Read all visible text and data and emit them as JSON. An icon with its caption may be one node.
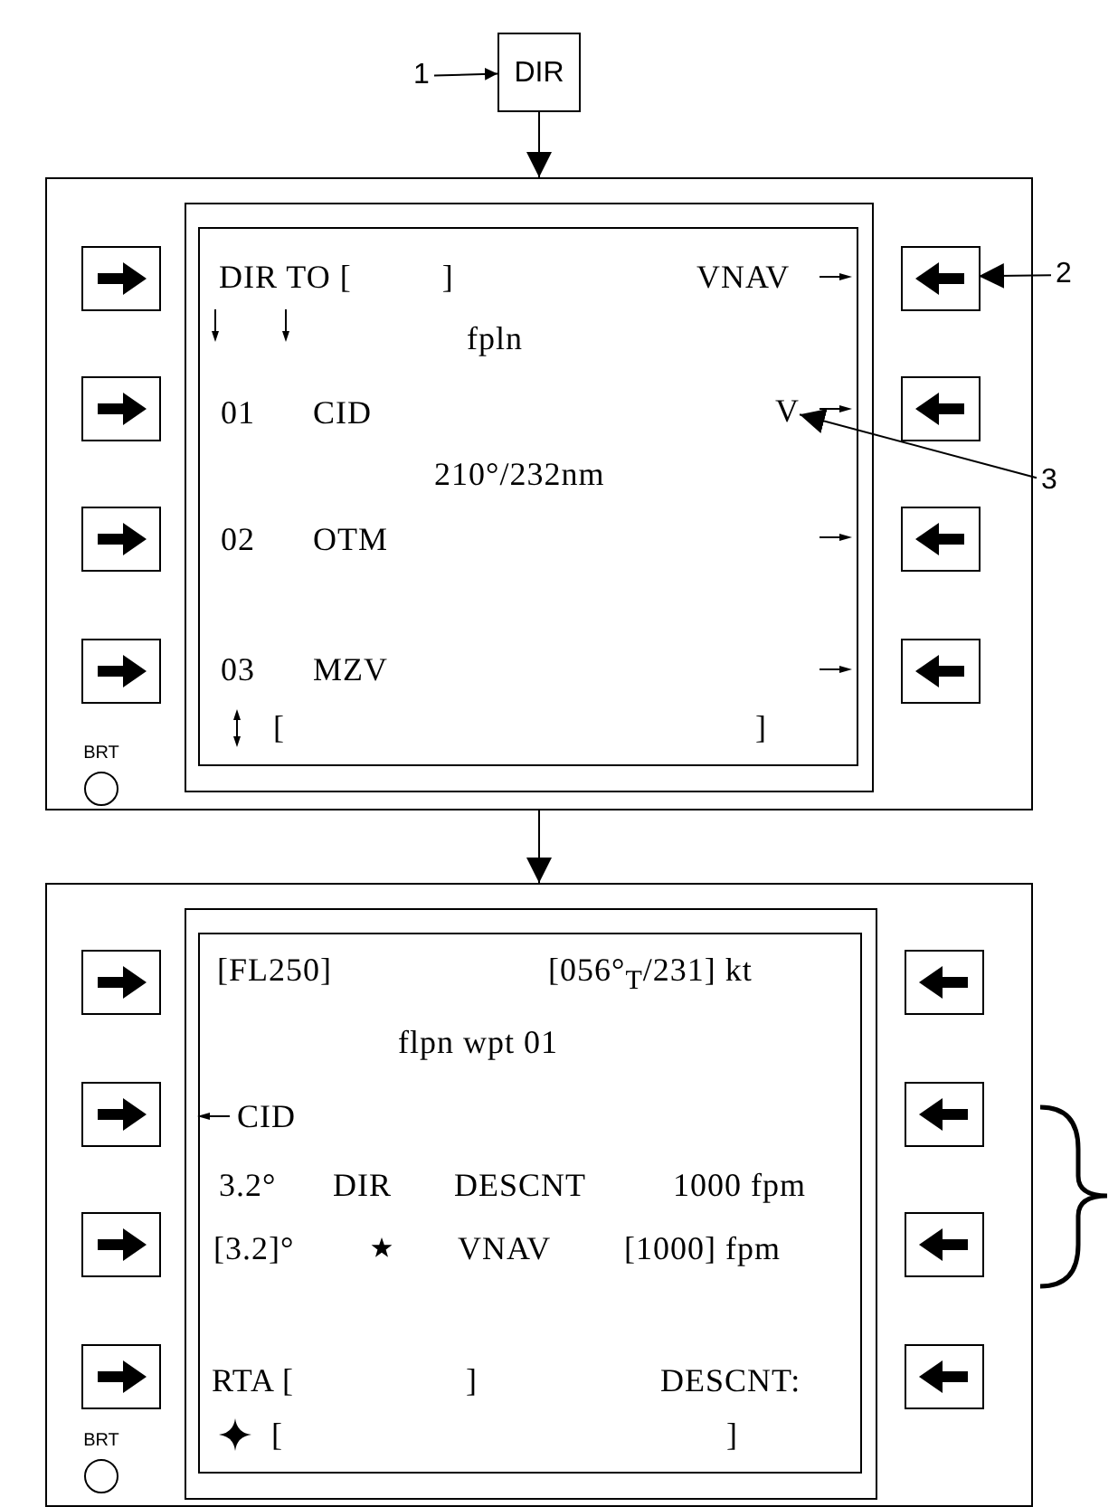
{
  "diagram": {
    "nodes": [
      {
        "text": [
          "1"
        ]
      },
      {
        "text": [
          "DIR"
        ]
      },
      {
        "text": [],
        "shape": "box"
      },
      {
        "text": [],
        "shape": "box",
        "in": 2
      },
      {
        "text": [],
        "shape": "box",
        "in": 2
      },
      {
        "text": [],
        "shape": "box",
        "in": 2
      },
      {
        "text": [],
        "shape": "box",
        "in": 2
      },
      {
        "text": [],
        "shape": "box",
        "in": 2
      },
      {
        "text": [],
        "shape": "box",
        "in": 2
      },
      {
        "text": [],
        "shape": "box",
        "in": 2
      },
      {
        "text": [],
        "shape": "box",
        "in": 2
      },
      {
        "text": [
          "BRT"
        ],
        "in": 2
      },
      {
        "text": [
          "V"
        ],
        "in": 2
      },
      {
        "text": [
          "2"
        ]
      },
      {
        "text": [
          "3"
        ]
      },
      {
        "text": [],
        "shape": "box"
      },
      {
        "text": [],
        "shape": "box",
        "in": 15
      },
      {
        "text": [],
        "shape": "box",
        "in": 15
      },
      {
        "text": [],
        "shape": "box",
        "in": 15
      },
      {
        "text": [],
        "shape": "box",
        "in": 15
      },
      {
        "text": [],
        "shape": "box",
        "in": 15
      },
      {
        "text": [],
        "shape": "box",
        "in": 15
      },
      {
        "text": [],
        "shape": "box",
        "in": 15
      },
      {
        "text": [],
        "shape": "box",
        "in": 15
      },
      {
        "text": [
          "BRT"
        ],
        "in": 15
      }
    ],
    "edges": [
      {
        "from": 0,
        "to": 1,
        "arrow": "to"
      },
      {
        "from": 1,
        "to": 2,
        "arrow": "to"
      },
      {
        "from": 13,
        "to": 7,
        "arrow": "to"
      },
      {
        "from": 14,
        "to": 12,
        "arrow": "to"
      },
      {
        "from": 2,
        "to": 15,
        "arrow": "to"
      }
    ],
    "labels": [
      "DIR TO [          ]",
      "VNAV",
      "fpln",
      "01",
      "CID",
      "210°/232nm",
      "02",
      "OTM",
      "03",
      "MZV",
      "[                                                    ]",
      "[FL250]",
      "[056°$_{T}$/231] kt",
      "flpn wpt 01",
      "CID",
      "3.2°",
      "DIR",
      "DESCNT",
      "1000 fpm",
      "[3.2]°",
      "VNAV",
      "[1000] fpm",
      "RTA [                   ]",
      "DESCNT:",
      "[                                                 ]"
    ]
  }
}
